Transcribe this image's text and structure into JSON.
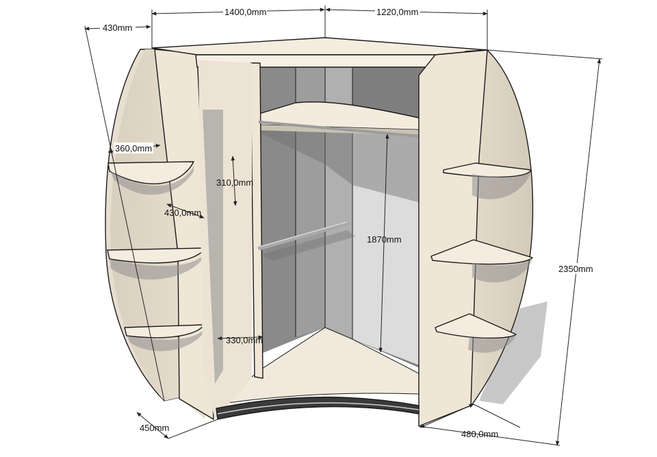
{
  "dimensions": {
    "top_left_width": "1400,0mm",
    "top_right_width": "1220,0mm",
    "left_side_depth": "430mm",
    "left_shelf_radius": "360,0mm",
    "shelf_spacing": "310,0mm",
    "left_column_depth": "430,0mm",
    "rail_height": "1870mm",
    "total_height": "2350mm",
    "bottom_shelf_width": "330,0mm",
    "bottom_left_depth": "450mm",
    "bottom_right_depth": "480,0mm"
  },
  "colors": {
    "panel": "#efe6d6",
    "panel_light": "#f6efe3",
    "interior_back": "#8e8e8e",
    "interior_dark": "#7a7a7a",
    "side_shadow": "#d9d1c2",
    "shadow": "#9a9a9a",
    "rail": "#a8a8a8"
  }
}
